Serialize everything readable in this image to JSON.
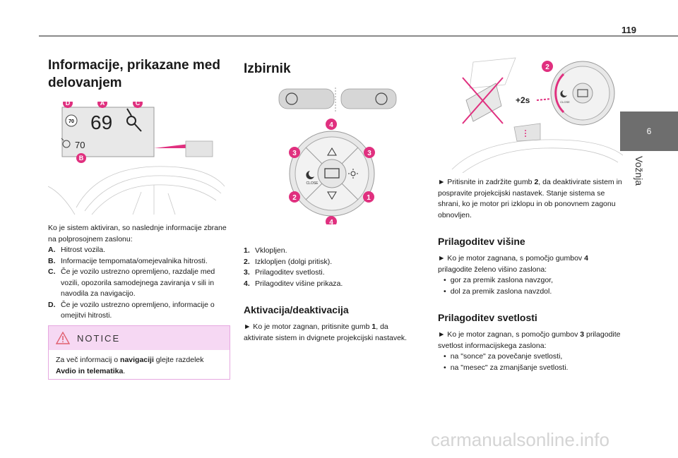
{
  "page": {
    "number": "119",
    "chapter_number": "6",
    "chapter_title": "Vožnja"
  },
  "col1": {
    "heading": "Informacije, prikazane med delovanjem",
    "figure": {
      "speed": "69",
      "limit_sign": "70",
      "set_speed": "70",
      "callouts": [
        "D",
        "A",
        "C",
        "B"
      ]
    },
    "intro": "Ko je sistem aktiviran, so naslednje informacije zbrane na polprosojnem zaslonu:",
    "items": [
      {
        "key": "A.",
        "text": "Hitrost vozila."
      },
      {
        "key": "B.",
        "text": "Informacije tempomata/omejevalnika hitrosti."
      },
      {
        "key": "C.",
        "text": "Če je vozilo ustrezno opremljeno, razdalje med vozili, opozorila samodejnega zaviranja v sili in navodila za navigacijo."
      },
      {
        "key": "D.",
        "text": "Če je vozilo ustrezno opremljeno, informacije o omejitvi hitrosti."
      }
    ],
    "notice": {
      "title": "NOTICE",
      "text_before": "Za več informacij o ",
      "bold1": "navigaciji",
      "text_mid": " glejte razdelek ",
      "bold2": "Avdio in telematika",
      "text_after": "."
    }
  },
  "col2": {
    "heading": "Izbirnik",
    "figure": {
      "callouts": [
        "4",
        "3",
        "3",
        "2",
        "1",
        "4"
      ],
      "close_label": "CLOSE"
    },
    "items": [
      {
        "key": "1.",
        "text": "Vklopljen."
      },
      {
        "key": "2.",
        "text": "Izklopljen (dolgi pritisk)."
      },
      {
        "key": "3.",
        "text": "Prilagoditev svetlosti."
      },
      {
        "key": "4.",
        "text": "Prilagoditev višine prikaza."
      }
    ],
    "sub_heading": "Aktivacija/deaktivacija",
    "text_before": "► Ko je motor zagnan, pritisnite gumb ",
    "bold": "1",
    "text_after": ", da aktivirate sistem in dvignete projekcijski nastavek."
  },
  "col3": {
    "figure": {
      "callout": "2",
      "hold_label": "+2s",
      "close_label": "CLOSE"
    },
    "p1_before": "► Pritisnite in zadržite gumb ",
    "p1_bold": "2",
    "p1_after": ", da deaktivirate sistem in pospravite projekcijski nastavek. Stanje sistema se shrani, ko je motor pri izklopu in ob ponovnem zagonu obnovljen.",
    "h_height": "Prilagoditev višine",
    "p2_before": "► Ko je motor zagnana, s pomočjo gumbov ",
    "p2_bold": "4",
    "p2_after": " prilagodite želeno višino zaslona:",
    "height_bullets": [
      "gor za premik zaslona navzgor,",
      "dol za premik zaslona navzdol."
    ],
    "h_brightness": "Prilagoditev svetlosti",
    "p3_before": "► Ko je motor zagnan, s pomočjo gumbov ",
    "p3_bold": "3",
    "p3_after": " prilagodite svetlost informacijskega zaslona:",
    "brightness_bullets": [
      "na \"sonce\" za povečanje svetlosti,",
      "na \"mesec\" za zmanjšanje svetlosti."
    ]
  },
  "footer": {
    "watermark": "carmanualsonline.info"
  },
  "colors": {
    "callout": "#e0307f",
    "notice_bg": "#f6d8f3",
    "tab": "#6e6e6e",
    "rule": "#8a8a8a"
  }
}
